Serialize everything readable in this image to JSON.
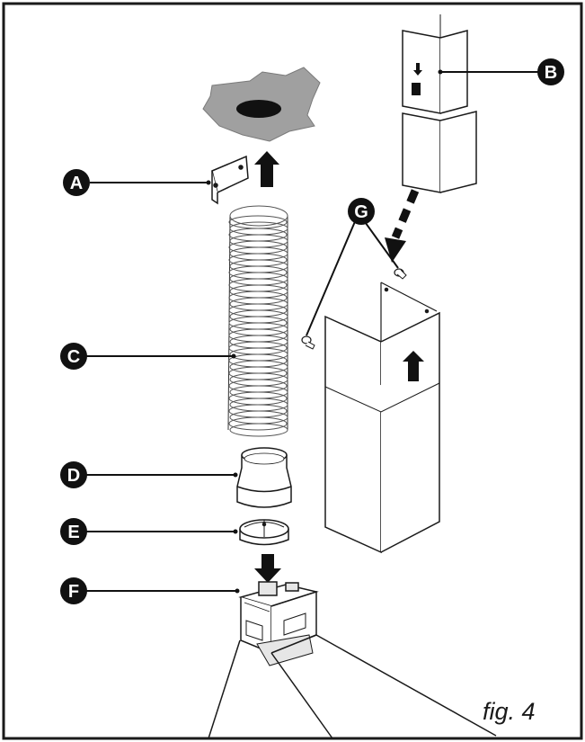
{
  "figure": {
    "caption": "fig. 4"
  },
  "callouts": {
    "A": "A",
    "B": "B",
    "C": "C",
    "D": "D",
    "E": "E",
    "F": "F",
    "G": "G"
  },
  "colors": {
    "frame": "#1a1a1a",
    "ink": "#1a1a1a",
    "ceiling_plate": "#a0a0a0",
    "callout_fill": "#111111",
    "callout_text": "#ffffff",
    "background": "#ffffff"
  }
}
